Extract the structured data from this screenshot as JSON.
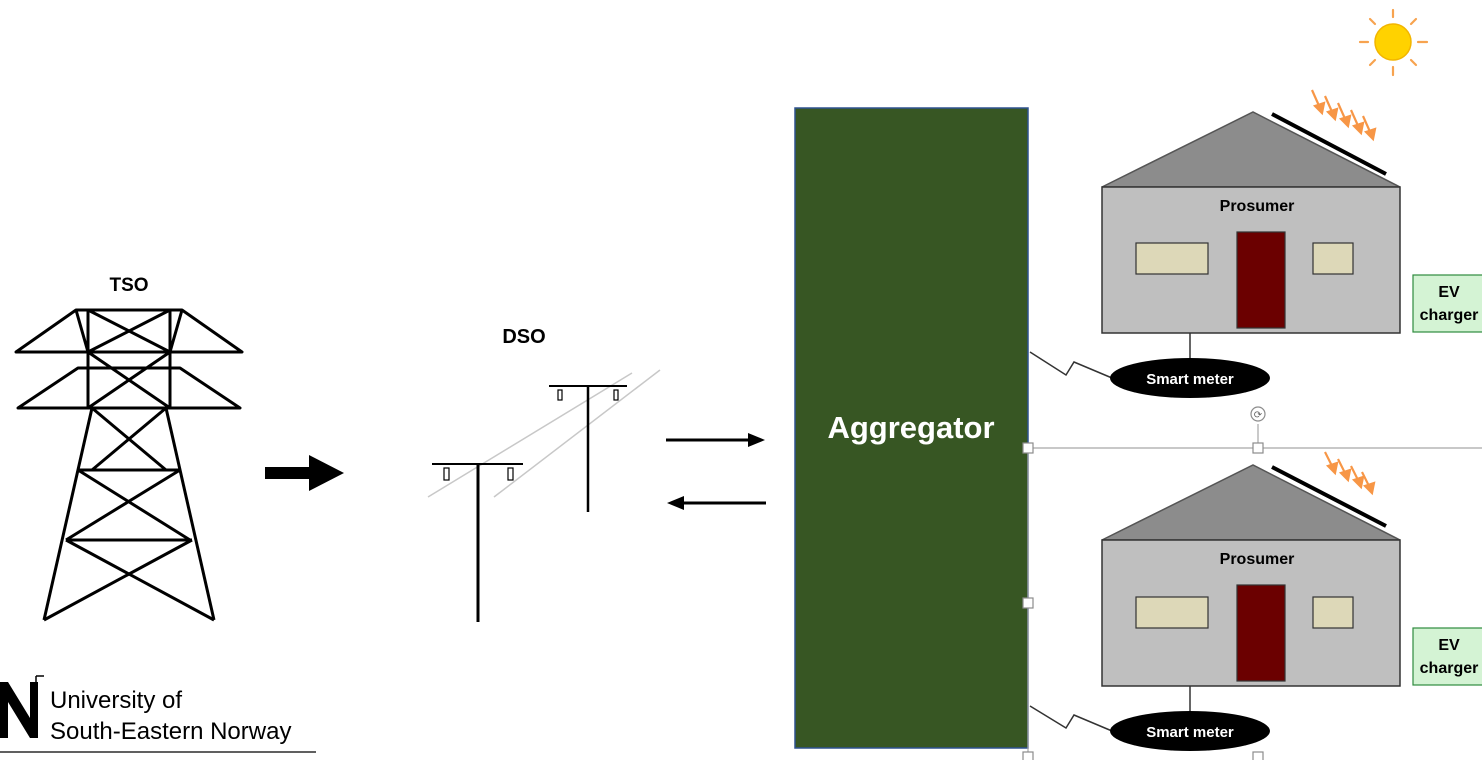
{
  "labels": {
    "tso": "TSO",
    "dso": "DSO",
    "aggregator": "Aggregator"
  },
  "houses": [
    {
      "label": "Prosumer",
      "meter": "Smart meter",
      "charger_line1": "EV",
      "charger_line2": "charger"
    },
    {
      "label": "Prosumer",
      "meter": "Smart meter",
      "charger_line1": "EV",
      "charger_line2": "charger"
    }
  ],
  "logo": {
    "line1": "University of",
    "line2": "South-Eastern Norway"
  },
  "colors": {
    "aggregator_fill": "#375623",
    "house_wall": "#bfbfbf",
    "roof": "#8c8c8c",
    "door": "#6b0000",
    "window": "#ddd8b8",
    "charger_fill": "#d4f3d4",
    "sun": "#ffd200",
    "sun_rays": "#f7a34f",
    "solar_arrows": "#f79646"
  }
}
